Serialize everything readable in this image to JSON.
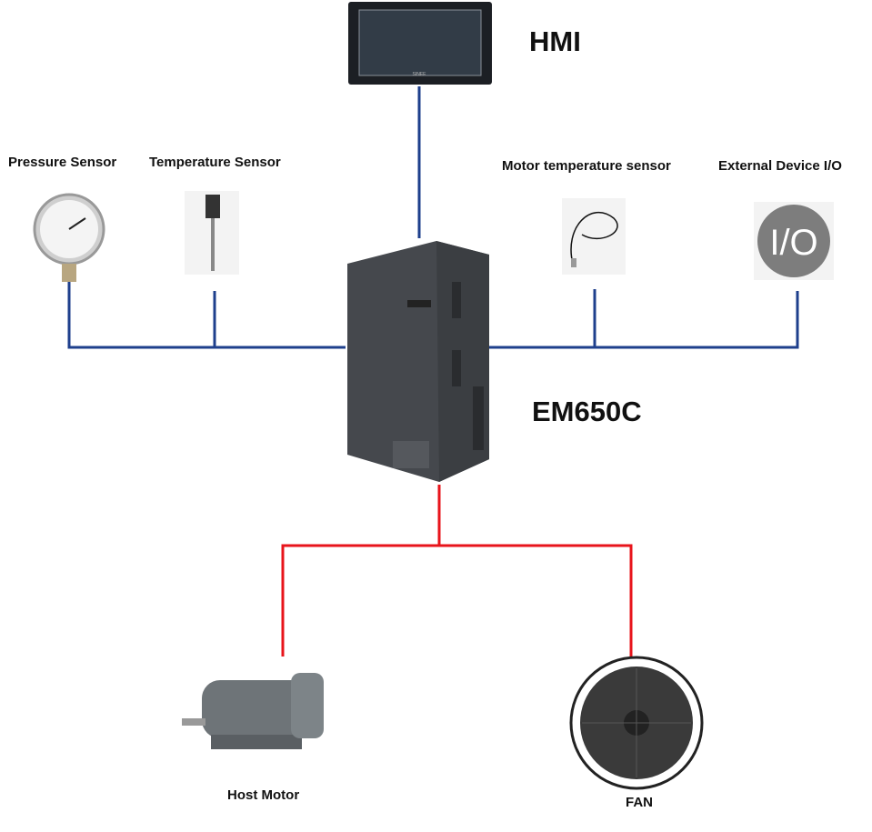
{
  "labels": {
    "hmi": "HMI",
    "controller": "EM650C",
    "pressure_sensor": "Pressure Sensor",
    "temperature_sensor": "Temperature Sensor",
    "motor_temperature_sensor": "Motor temperature sensor",
    "external_io": "External Device I/O",
    "host_motor": "Host Motor",
    "fan": "FAN"
  },
  "colors": {
    "signal_line": "#1e3f8c",
    "power_line": "#e8141b",
    "device_body": "#4a4d52"
  }
}
